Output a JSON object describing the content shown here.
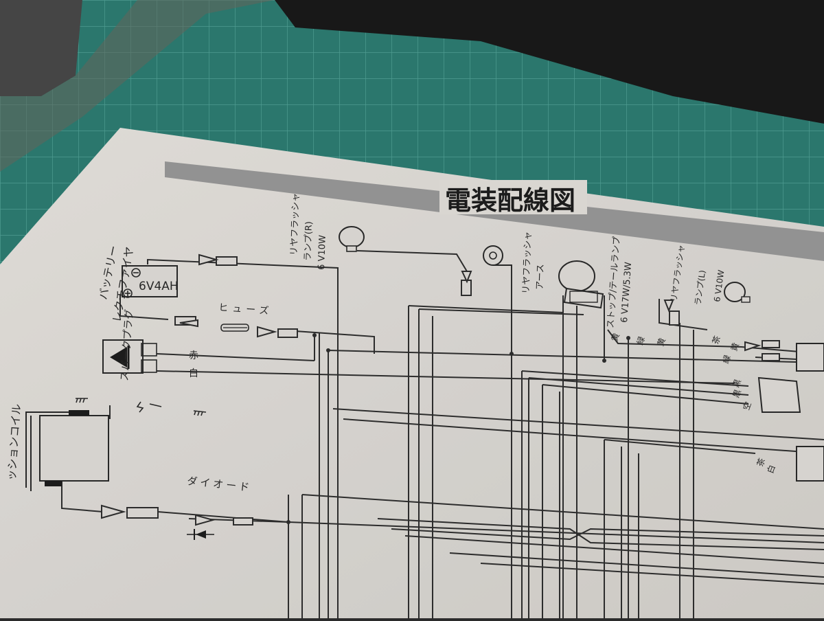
{
  "page": {
    "title": "電装配線図"
  },
  "components": {
    "battery": {
      "name": "バッテリー",
      "rating": "6V4AH"
    },
    "fuse": {
      "name": "ヒューズ"
    },
    "rectifier": {
      "name": "レクチファイヤ"
    },
    "spark_plug": {
      "name": "スパークプラグ"
    },
    "ignition_coil": {
      "name": "ッションコイル"
    },
    "diode": {
      "name": "ダイオード"
    },
    "rear_flasher_r": {
      "name": "リヤフラッシャ",
      "side": "ランプ(R)",
      "rating": "6 V10W"
    },
    "rear_flasher_earth": {
      "name": "リヤフラッシャ",
      "sub": "アース"
    },
    "stop_tail_lamp": {
      "name": "ストップ/テールランプ",
      "rating": "6 V17W/5.3W"
    },
    "rear_flasher_l": {
      "name": "リヤフラッシャ",
      "side": "ランプ(L)",
      "rating": "6 V10W"
    }
  },
  "wire_labels": {
    "red": "赤",
    "white": "白",
    "yellow": "黄",
    "green": "緑",
    "brown": "茶",
    "black": "黒",
    "sky": "空"
  },
  "colors": {
    "paper": "#e4e1dc",
    "ink": "#2a2a2a",
    "banner": "#9c9c9c",
    "mat": "#2e7f74"
  }
}
